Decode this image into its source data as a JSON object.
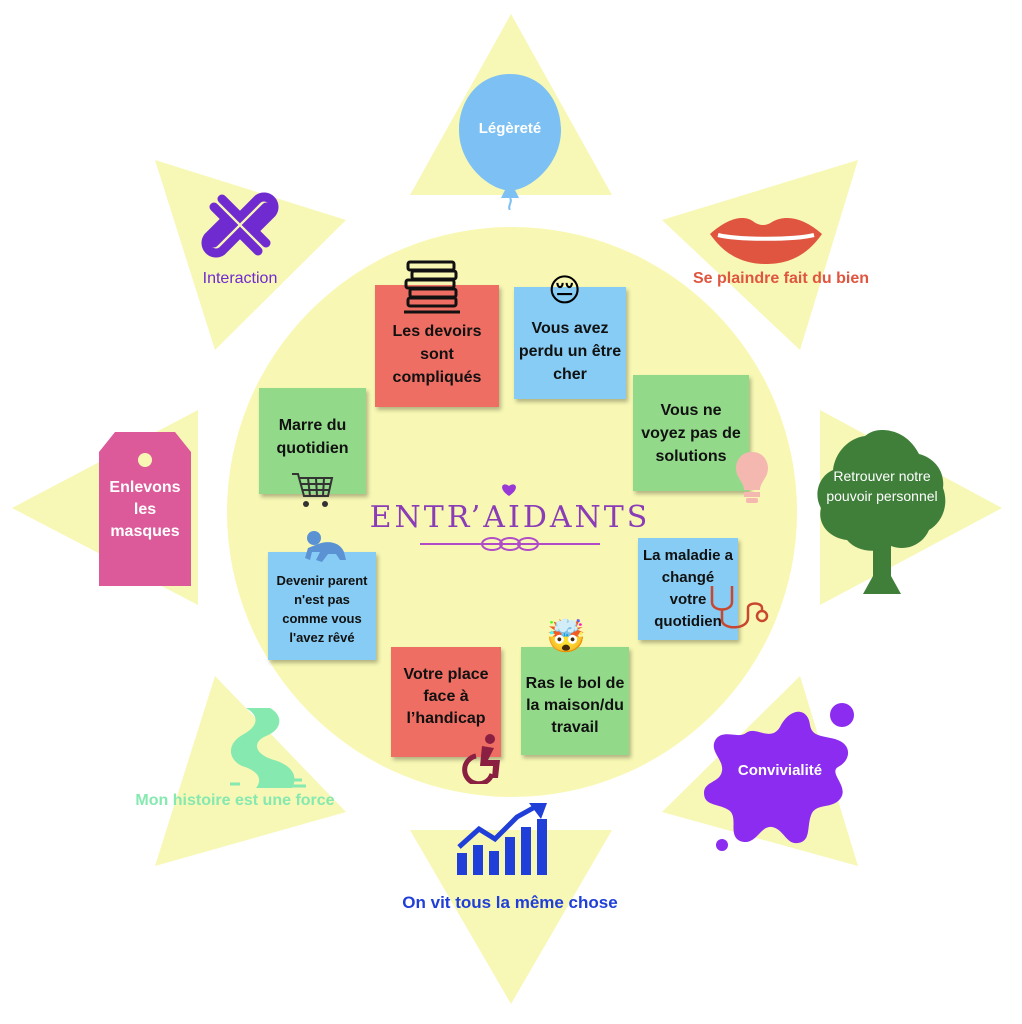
{
  "colors": {
    "ray": "#f7f7b6",
    "disc": "#f8f8b4",
    "note_red": "#ee6e63",
    "note_blue": "#86ccf4",
    "note_green": "#93d98a",
    "interaction": "#6f2ad0",
    "lips": "#e0553f",
    "tag": "#dc5a9a",
    "tree": "#3f7f3a",
    "river": "#86e9b0",
    "chart": "#1f3fd8",
    "splash": "#8b2cf0",
    "balloon": "#7cc0f4",
    "brand": "#8a3db6",
    "brand_heart": "#9a3ad6"
  },
  "center": {
    "brand": "ENTR’AIDANTS"
  },
  "rays": {
    "legerete": "Légèreté",
    "se_plaindre": "Se plaindre fait du bien",
    "retrouver": "Retrouver notre pouvoir personnel",
    "convivialite": "Convivialité",
    "on_vit": "On vit tous la même chose",
    "mon_histoire": "Mon histoire est une force",
    "enlevons": "Enlevons les masques",
    "interaction": "Interaction"
  },
  "notes": {
    "devoirs": "Les devoirs sont compliqués",
    "perdu": "Vous avez perdu un être cher",
    "solutions": "Vous ne voyez pas de solutions",
    "maladie": "La maladie a changé votre quotidien",
    "ras_le_bol": "Ras le bol de la maison/du travail",
    "place": "Votre place face à l’handicap",
    "parent": "Devenir parent n'est pas comme vous l'avez rêvé",
    "marre": "Marre du quotidien"
  },
  "icons": [
    "interaction-knot-icon",
    "balloon-icon",
    "lips-icon",
    "tree-icon",
    "paint-splash-icon",
    "growth-chart-icon",
    "river-icon",
    "price-tag-icon",
    "books-icon",
    "sad-face-icon",
    "lightbulb-icon",
    "stethoscope-icon",
    "exploding-head-icon",
    "wheelchair-icon",
    "baby-crawling-icon",
    "shopping-cart-icon"
  ],
  "emoji": {
    "sad": "😔",
    "exploding": "🤯"
  }
}
